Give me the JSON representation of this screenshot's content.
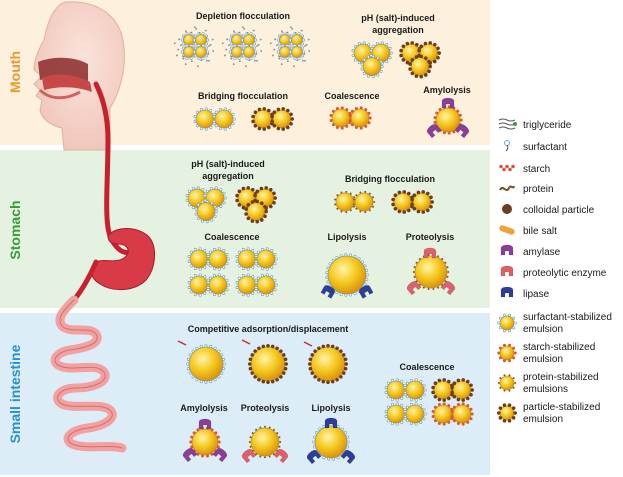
{
  "regions": {
    "mouth": {
      "label": "Mouth",
      "color": "#e89a2c",
      "bg": "#fdf0dc"
    },
    "stomach": {
      "label": "Stomach",
      "color": "#3a9a3a",
      "bg": "#e5f2e1"
    },
    "small_intestine": {
      "label": "Small intestine",
      "color": "#2a8fd0",
      "bg": "#dcedf8"
    }
  },
  "processes": {
    "mouth": {
      "depletion": "Depletion flocculation",
      "ph_line1": "pH (salt)-induced",
      "ph_line2": "aggregation",
      "bridging": "Bridging flocculation",
      "coalescence": "Coalescence",
      "amylolysis": "Amylolysis"
    },
    "stomach": {
      "ph_line1": "pH (salt)-induced",
      "ph_line2": "aggregation",
      "bridging": "Bridging flocculation",
      "coalescence": "Coalescence",
      "lipolysis": "Lipolysis",
      "proteolysis": "Proteolysis"
    },
    "small_intestine": {
      "competitive": "Competitive adsorption/displacement",
      "coalescence": "Coalescence",
      "amylolysis": "Amylolysis",
      "proteolysis": "Proteolysis",
      "lipolysis": "Lipolysis"
    }
  },
  "legend": [
    {
      "icon": "triglyceride-icon",
      "label": "triglyceride"
    },
    {
      "icon": "surfactant-icon",
      "label": "surfactant"
    },
    {
      "icon": "starch-icon",
      "label": "starch"
    },
    {
      "icon": "protein-icon",
      "label": "protein"
    },
    {
      "icon": "colloidal-particle-icon",
      "label": "colloidal particle"
    },
    {
      "icon": "bile-salt-icon",
      "label": "bile salt"
    },
    {
      "icon": "amylase-icon",
      "label": "amylase"
    },
    {
      "icon": "proteolytic-enzyme-icon",
      "label": "proteolytic enzyme"
    },
    {
      "icon": "lipase-icon",
      "label": "lipase"
    },
    {
      "icon": "surfactant-emulsion-icon",
      "line1": "surfactant-stabilized",
      "line2": "emulsion"
    },
    {
      "icon": "starch-emulsion-icon",
      "line1": "starch-stabilized",
      "line2": "emulsion"
    },
    {
      "icon": "protein-emulsion-icon",
      "line1": "protein-stabilized",
      "line2": "emulsions"
    },
    {
      "icon": "particle-emulsion-icon",
      "line1": "particle-stabilized",
      "line2": "emulsion"
    }
  ],
  "colors": {
    "droplet": "#f2c21c",
    "droplet_edge": "#c98a10",
    "surfactant_blue": "#6ba8d8",
    "starch_red": "#d9583a",
    "particle_brown": "#6b3e1f",
    "amylase_purple": "#8a3e9a",
    "protease_red": "#e0606a",
    "lipase_blue": "#2b3f9a",
    "bile_orange": "#f2a23a",
    "tract_red": "#c8202c",
    "intestine_pink": "#f2a0a0"
  }
}
